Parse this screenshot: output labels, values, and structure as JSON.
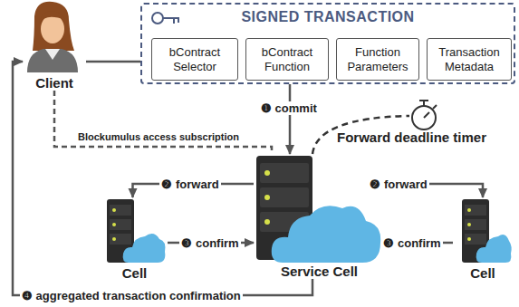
{
  "diagram": {
    "nodes": [
      {
        "text": [
          "SIGNED TRANSACTION"
        ]
      },
      {
        "text": [
          "bContract Selector"
        ],
        "in": 0
      },
      {
        "text": [
          "bContract Function"
        ],
        "in": 0
      },
      {
        "text": [
          "Function Parameters"
        ],
        "in": 0
      },
      {
        "text": [
          "Transaction Metadata"
        ],
        "in": 0
      },
      {
        "text": [
          "Client"
        ]
      },
      {
        "text": [
          "Cell"
        ]
      },
      {
        "text": [
          "Service Cell"
        ]
      },
      {
        "text": [
          "Cell"
        ]
      }
    ],
    "edges": [
      {
        "from": 5,
        "to": 0,
        "arrow": "none"
      },
      {
        "from": 0,
        "to": 7,
        "label": "❶ commit",
        "arrow": "to"
      },
      {
        "from": 7,
        "to": 6,
        "label": "❷ forward",
        "arrow": "to"
      },
      {
        "from": 7,
        "to": 8,
        "label": "❷ forward",
        "arrow": "to"
      },
      {
        "from": 6,
        "to": 7,
        "label": "❸ confirm",
        "arrow": "to"
      },
      {
        "from": 8,
        "to": 7,
        "label": "❸ confirm",
        "arrow": "to"
      },
      {
        "from": 7,
        "to": 5,
        "label": "❹ aggregated transaction confirmation",
        "arrow": "to"
      },
      {
        "from": 5,
        "to": 7,
        "label": "Blockumulus access subscription",
        "arrow": "none"
      }
    ],
    "labels": [
      "Forward deadline timer"
    ]
  }
}
